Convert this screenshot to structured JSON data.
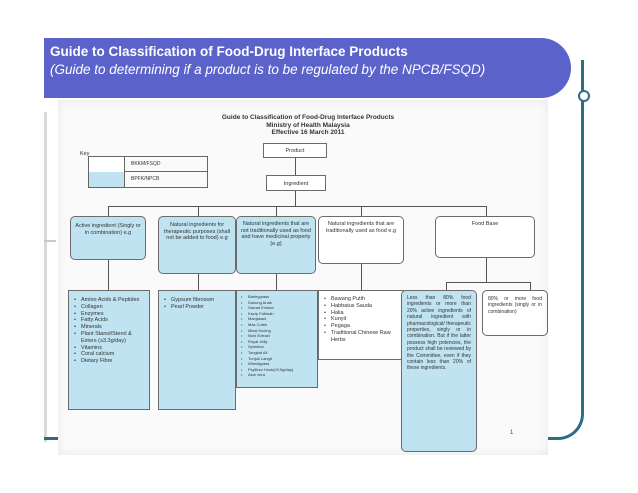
{
  "banner": {
    "title": "Guide to Classification of Food-Drug Interface Products",
    "subtitle": "(Guide to determining if a product is to be regulated by the NPCB/FSQD)"
  },
  "colors": {
    "banner": "#5b62c9",
    "frame": "#2e6b85",
    "box_blue": "#bfe3f1"
  },
  "document": {
    "heading": [
      "Guide to Classification of Food-Drug Interface Products",
      "Ministry of Health Malaysia",
      "Effective 16 March 2011"
    ],
    "key": {
      "label": "Key",
      "rows": [
        {
          "text": "BKKM/FSQD",
          "color": "#ffffff"
        },
        {
          "text": "BPFK/NPCB",
          "color": "#bfe3f1"
        }
      ]
    },
    "product": "Product",
    "ingredient": "Ingredient",
    "categories": [
      "Active ingredient (Singly or in combination) e.g",
      "Natural ingredients for therapeutic purposes (shall not be added to food) e.g",
      "Natural ingredients that are not traditionally used as food and have medicinal property (e.g)",
      "Natural ingredients that are traditionally used as food e.g",
      "Food Base"
    ],
    "lists": {
      "active": [
        "Amino Acids & Peptides",
        "Collagen",
        "Enzymes",
        "Fatty Acids",
        "Minerals",
        "Plant Stanol/Sterol & Esters (≥3.3g/day)",
        "Vitamins",
        "Coral calcium",
        "Dietary Fibre"
      ],
      "therapeutic": [
        "Gypsum fibrosum",
        "Pearl Powder"
      ],
      "medicinal": [
        "Barleygrass",
        "Dukung Anak",
        "Gamat Extract",
        "Kacip Fatimah",
        "Manjakani",
        "Mas Cotek",
        "Misai Kucing",
        "Noni Extract",
        "Royal Jelly",
        "Spirulina",
        "Tongkat Ali",
        "Tunjuk Langit",
        "Wheatgrass",
        "Psyllium Husk(≥3.5g/day)",
        "Aloe vera"
      ],
      "traditional": [
        "Bawang Putih",
        "Habbatus Sauda",
        "Halia",
        "Kunyit",
        "Pegaga",
        "Traditional Chinese Raw Herbs"
      ]
    },
    "food_base_notes": {
      "less_than_80": "Less than 80% food ingredients or more than 20% active ingredients of natural ingredient with pharmacological/ therapeutic properties, singly or in combination. But if the latter possess high potencies, the product shall be reviewed by the Committee, even if they contain less than 20% of these ingredients.",
      "more_than_80": "80% or more food ingredients (singly or in combination)"
    },
    "page_number": "1"
  }
}
